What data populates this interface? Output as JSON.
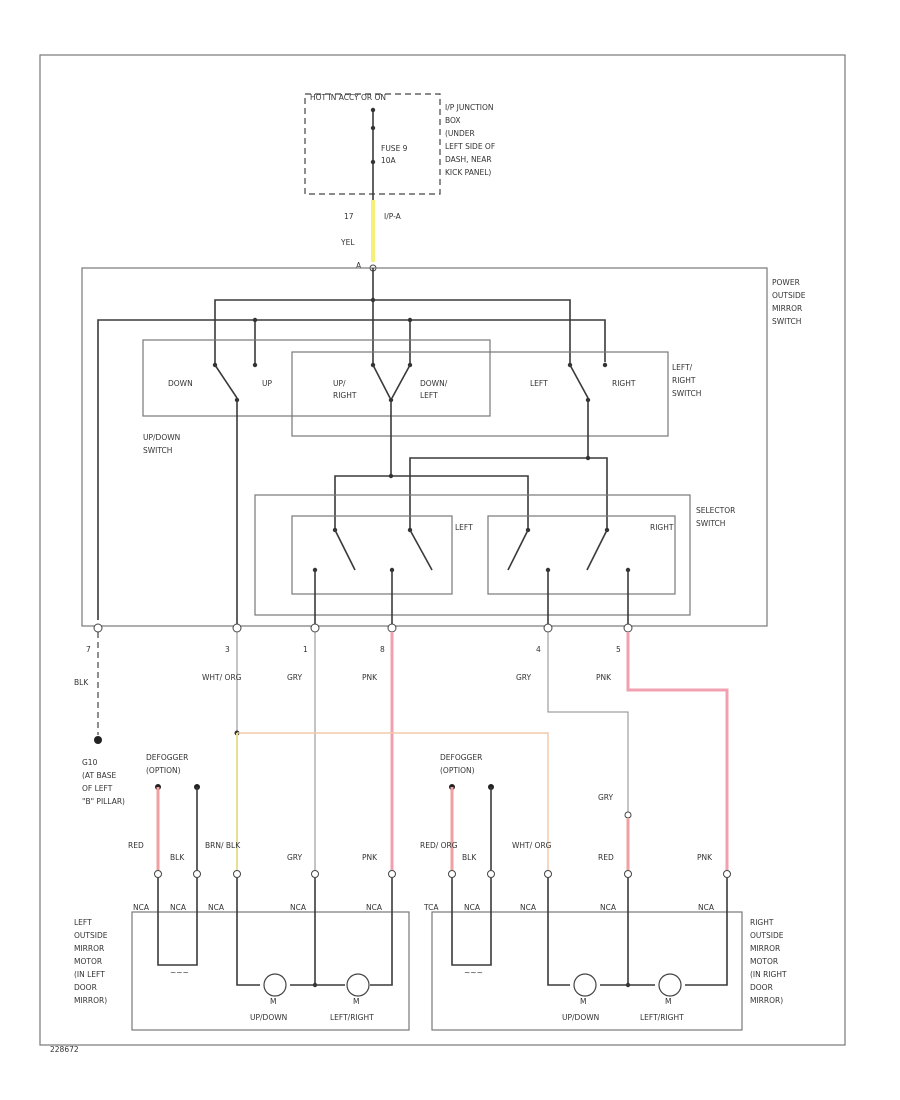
{
  "labels": {
    "hot_label": "HOT IN ACCY OR ON",
    "ip_junction_box": [
      "I/P JUNCTION",
      "BOX",
      "(UNDER",
      "LEFT SIDE OF",
      "DASH, NEAR",
      "KICK PANEL)"
    ],
    "fuse": [
      "FUSE 9",
      "10A"
    ],
    "connector_top": [
      "17",
      "I/P-A"
    ],
    "wire_yel": "YEL",
    "pin_a": "A",
    "power_switch": [
      "POWER",
      "OUTSIDE",
      "MIRROR",
      "SWITCH"
    ],
    "up_down_switch": [
      "UP/DOWN",
      "SWITCH"
    ],
    "left_right_switch": [
      "LEFT/",
      "RIGHT",
      "SWITCH"
    ],
    "selector_switch": [
      "SELECTOR",
      "SWITCH"
    ],
    "sw_down": "DOWN",
    "sw_up": "UP",
    "sw_up_right": [
      "UP/",
      "RIGHT"
    ],
    "sw_down_left": [
      "DOWN/",
      "LEFT"
    ],
    "sw_left": "LEFT",
    "sw_right": "RIGHT",
    "sel_left": "LEFT",
    "sel_right": "RIGHT",
    "pins": [
      "7",
      "3",
      "1",
      "8",
      "4",
      "5"
    ],
    "wires_under_switch": [
      "BLK",
      "WHT/ ORG",
      "GRY",
      "PNK",
      "GRY",
      "PNK"
    ],
    "ground": [
      "G10",
      "(AT BASE",
      "OF LEFT",
      "\"B\" PILLAR)"
    ],
    "defogger_left": [
      "DEFOGGER",
      "(OPTION)"
    ],
    "defogger_right": [
      "DEFOGGER",
      "(OPTION)"
    ],
    "left_wires": [
      "RED",
      "BLK",
      "BRN/ BLK",
      "GRY",
      "PNK"
    ],
    "right_wires": [
      "RED/ ORG",
      "BLK",
      "WHT/ ORG",
      "RED",
      "PNK"
    ],
    "gry_mid": "GRY",
    "neg_tags_left": [
      "NCA",
      "NCA",
      "NCA",
      "NCA",
      "NCA"
    ],
    "neg_tags_right": [
      "TCA",
      "NCA",
      "NCA",
      "NCA",
      "NCA"
    ],
    "left_mirror": [
      "LEFT",
      "OUTSIDE",
      "MIRROR",
      "MOTOR",
      "(IN LEFT",
      "DOOR",
      "MIRROR)"
    ],
    "right_mirror": [
      "RIGHT",
      "OUTSIDE",
      "MIRROR",
      "MOTOR",
      "(IN RIGHT",
      "DOOR",
      "MIRROR)"
    ],
    "motor_m": "M",
    "motor_updown": "UP/DOWN",
    "motor_leftright": "LEFT/RIGHT",
    "footer": "228672"
  }
}
